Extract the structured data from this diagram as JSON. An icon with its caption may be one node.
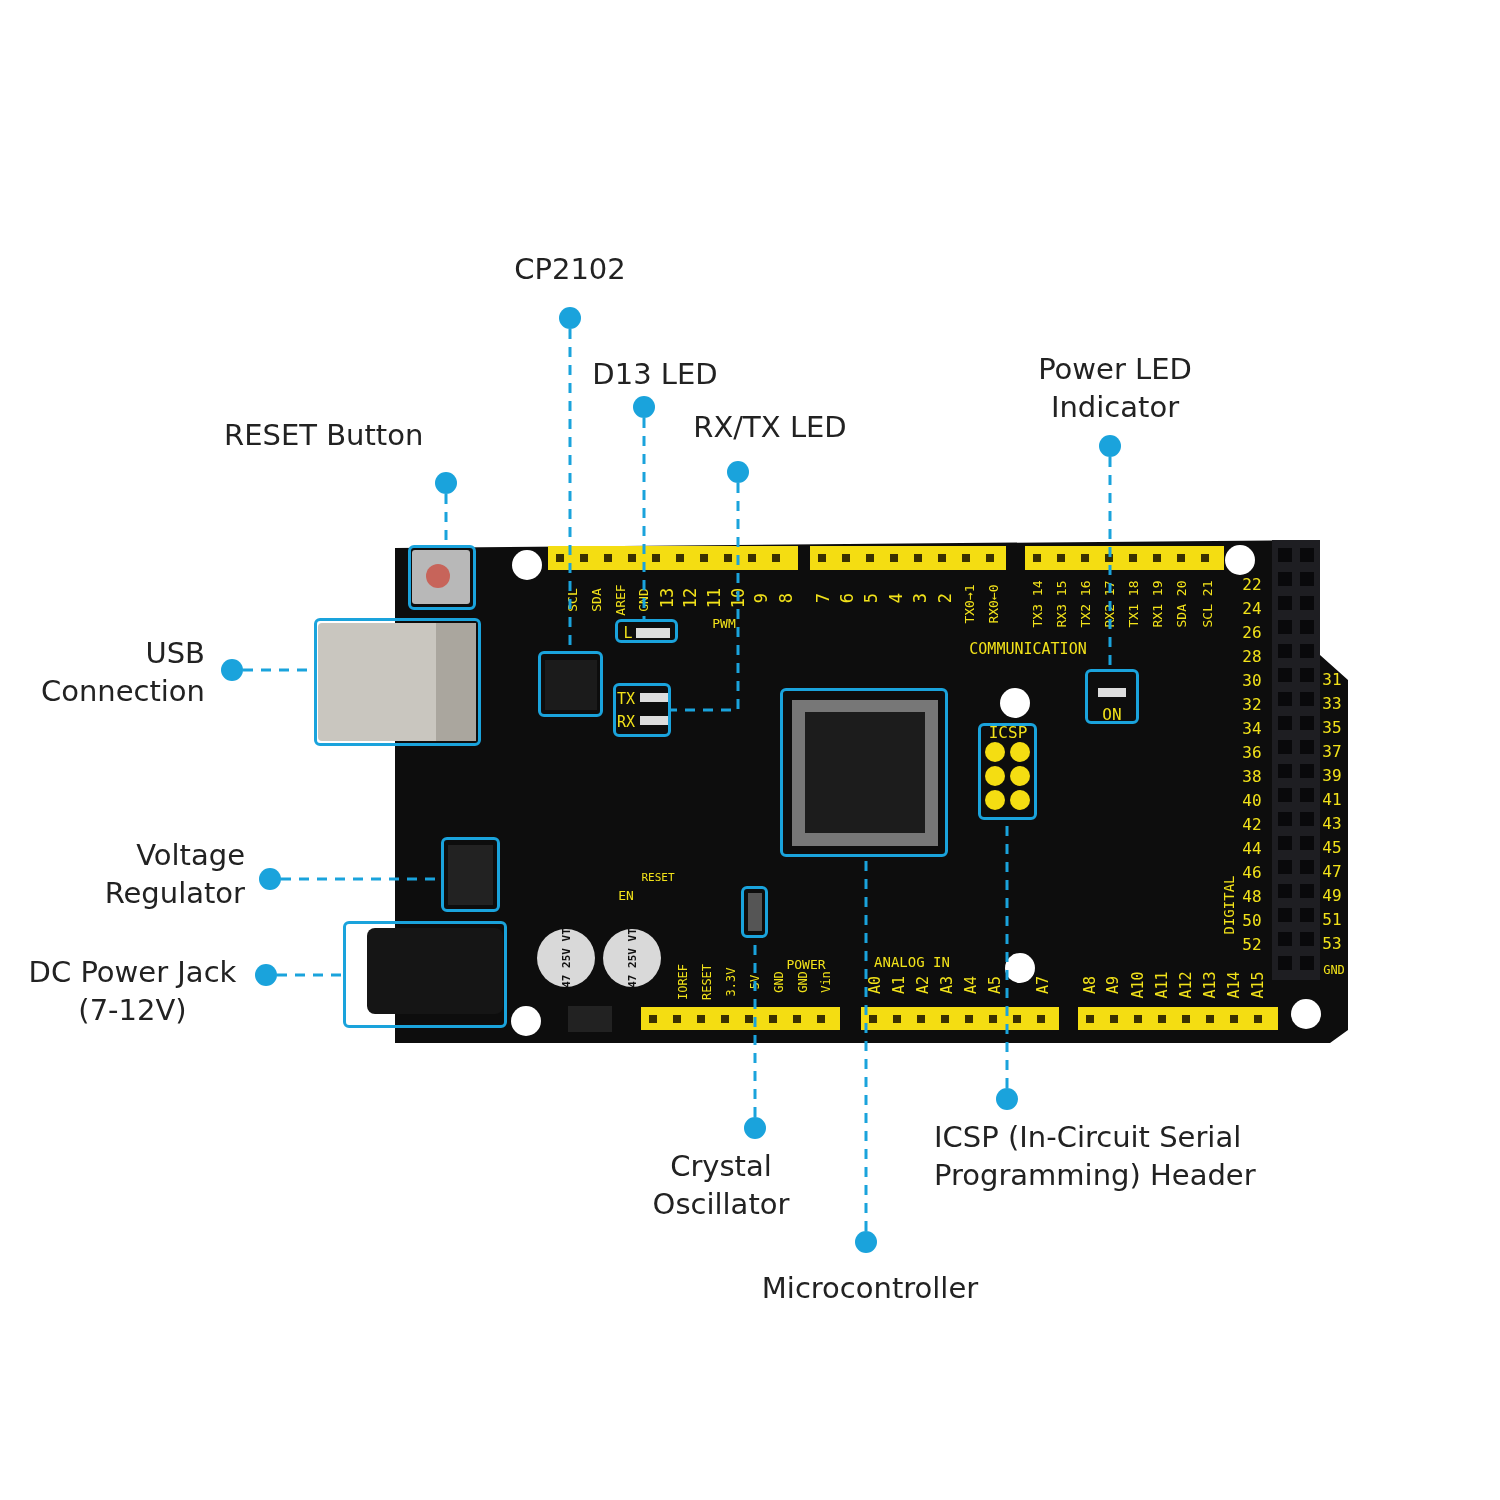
{
  "diagram": {
    "nodes": [
      {
        "text": [
          "CP2102"
        ]
      },
      {
        "text": [
          "D13 LED"
        ]
      },
      {
        "text": [
          "RX/TX LED"
        ]
      },
      {
        "text": [
          "Power LED Indicator"
        ]
      },
      {
        "text": [
          "RESET Button"
        ]
      },
      {
        "text": [
          "USB Connection"
        ]
      },
      {
        "text": [
          "Voltage Regulator"
        ]
      },
      {
        "text": [
          "DC Power Jack (7-12V)"
        ]
      },
      {
        "text": [
          "Crystal Oscillator"
        ]
      },
      {
        "text": [
          "ICSP (In-Circuit Serial Programming) Header"
        ]
      },
      {
        "text": [
          "Microcontroller"
        ]
      },
      {
        "text": [],
        "shape": "box"
      },
      {
        "text": [],
        "shape": "box"
      },
      {
        "text": [],
        "shape": "box"
      },
      {
        "text": [],
        "shape": "box"
      },
      {
        "text": [],
        "shape": "box"
      },
      {
        "text": [],
        "shape": "box"
      },
      {
        "text": [],
        "shape": "box"
      },
      {
        "text": [],
        "shape": "box"
      },
      {
        "text": [],
        "shape": "box"
      },
      {
        "text": [],
        "shape": "box"
      },
      {
        "text": [],
        "shape": "box"
      }
    ],
    "edges": [
      {
        "from": 0,
        "to": 14,
        "arrow": "none",
        "style": "dashed",
        "color": "#1aa3dc"
      },
      {
        "from": 1,
        "to": 12,
        "arrow": "none",
        "style": "dashed",
        "color": "#1aa3dc"
      },
      {
        "from": 2,
        "to": 15,
        "arrow": "none",
        "style": "dashed",
        "color": "#1aa3dc"
      },
      {
        "from": 3,
        "to": 16,
        "arrow": "none",
        "style": "dashed",
        "color": "#1aa3dc"
      },
      {
        "from": 4,
        "to": 11,
        "arrow": "none",
        "style": "dashed",
        "color": "#1aa3dc"
      },
      {
        "from": 5,
        "to": 13,
        "arrow": "none",
        "style": "dashed",
        "color": "#1aa3dc"
      },
      {
        "from": 6,
        "to": 19,
        "arrow": "none",
        "style": "dashed",
        "color": "#1aa3dc"
      },
      {
        "from": 7,
        "to": 21,
        "arrow": "none",
        "style": "dashed",
        "color": "#1aa3dc"
      },
      {
        "from": 8,
        "to": 20,
        "arrow": "none",
        "style": "dashed",
        "color": "#1aa3dc"
      },
      {
        "from": 9,
        "to": 18,
        "arrow": "none",
        "style": "dashed",
        "color": "#1aa3dc"
      },
      {
        "from": 10,
        "to": 17,
        "arrow": "none",
        "style": "dashed",
        "color": "#1aa3dc"
      }
    ],
    "labels": [
      "SCL",
      "SDA",
      "AREF",
      "GND",
      "13",
      "12",
      "11",
      "10",
      "9",
      "8",
      "7",
      "6",
      "5",
      "4",
      "3",
      "2",
      "TX0→1",
      "RX0←0",
      "TX3 14",
      "RX3 15",
      "TX2 16",
      "RX2 17",
      "TX1 18",
      "RX1 19",
      "SDA 20",
      "SCL 21",
      "PWM",
      "COMMUNICATION",
      "L",
      "TX",
      "RX",
      "ON",
      "ICSP",
      "47 25V VT",
      "47 25V VT",
      "RESET",
      "EN",
      "POWER",
      "IOREF",
      "RESET",
      "3.3V",
      "5V",
      "GND",
      "GND",
      "Vin",
      "ANALOG IN",
      "A0",
      "A1",
      "A2",
      "A3",
      "A4",
      "A5",
      "A7",
      "A8",
      "A9",
      "A10",
      "A11",
      "A12",
      "A13",
      "A14",
      "A15",
      "DIGITAL",
      "22",
      "24",
      "26",
      "28",
      "30",
      "32",
      "34",
      "36",
      "38",
      "40",
      "42",
      "44",
      "46",
      "48",
      "50",
      "52",
      "31",
      "33",
      "35",
      "37",
      "39",
      "41",
      "43",
      "45",
      "47",
      "49",
      "51",
      "53",
      "GND"
    ]
  }
}
